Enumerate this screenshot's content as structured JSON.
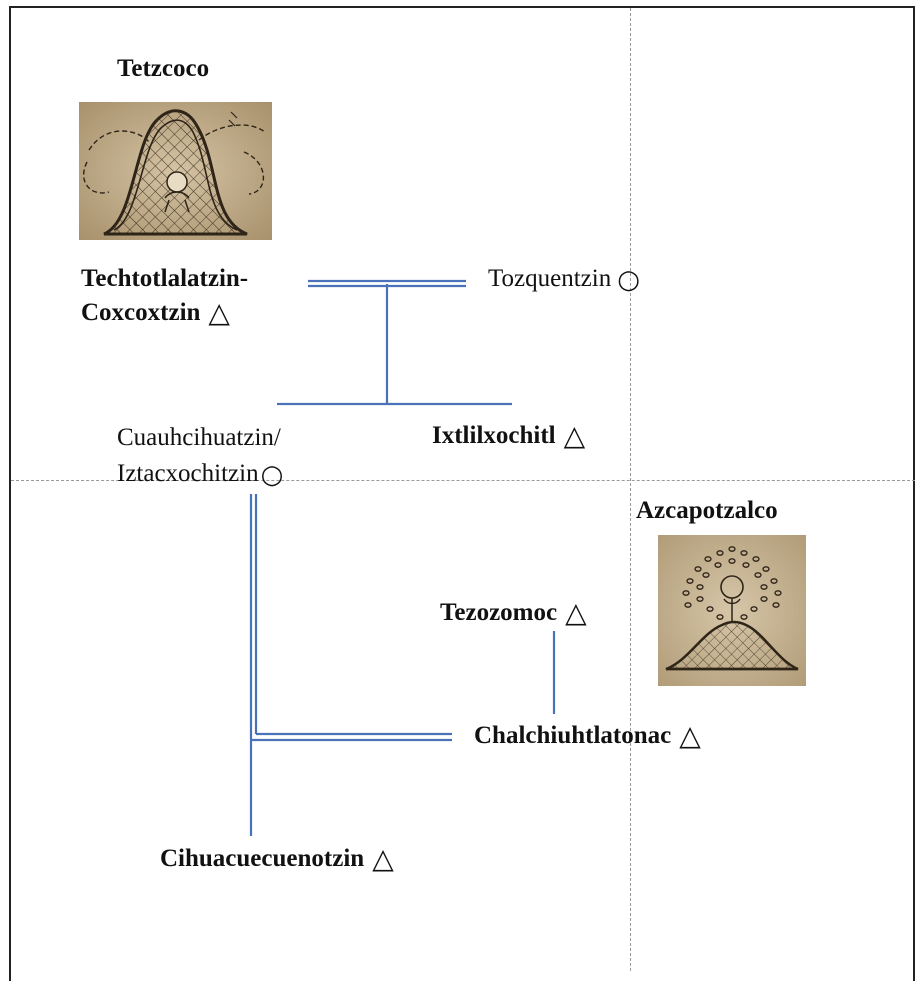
{
  "places": {
    "tetzcoco": "Tetzcoco",
    "azcapotzalco": "Azcapotzalco"
  },
  "people": {
    "techtotlalatzin_line1": "Techtotlalatzin-",
    "techtotlalatzin_line2": "Coxcoxtzin",
    "tozquentzin": "Tozquentzin",
    "cuauhcihuatzin_line1": "Cuauhcihuatzin/",
    "cuauhcihuatzin_line2": "Iztacxochitzin",
    "ixtlilxochitl": "Ixtlilxochitl",
    "tezozomoc": "Tezozomoc",
    "chalchiuhtlatonac": "Chalchiuhtlatonac",
    "cihuacuecuenotzin": "Cihuacuecuenotzin"
  },
  "symbols": {
    "male": "△",
    "female": "○"
  },
  "colors": {
    "kinship_line": "#4a72b8",
    "glyph_paper": "#cbb796",
    "glyph_ink": "#2e2418"
  },
  "icons": [
    "tetzcoco-hill-glyph",
    "azcapotzalco-anthill-glyph"
  ]
}
